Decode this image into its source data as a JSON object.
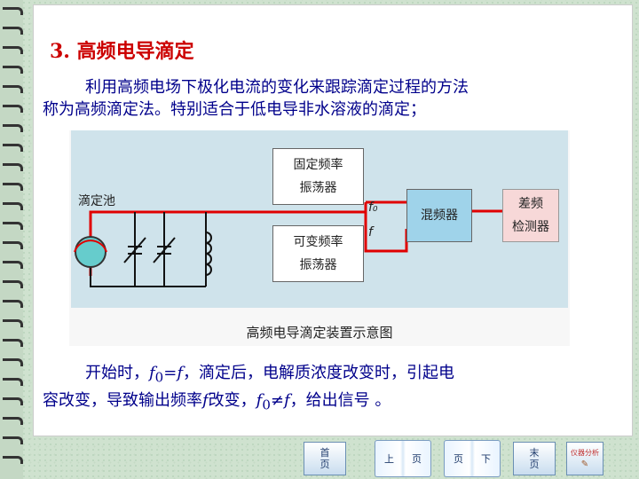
{
  "heading": "3.  高频电导滴定",
  "intro": {
    "line1": "利用高频电场下极化电流的变化来跟踪滴定过程的方法",
    "line2": "称为高频滴定法。特别适合于低电导非水溶液的滴定；"
  },
  "diagram": {
    "cell_label": "滴定池",
    "fixed_osc": [
      "固定频率",
      "振荡器"
    ],
    "var_osc": [
      "可变频率",
      "振荡器"
    ],
    "mixer": "混频器",
    "detector": [
      "差频",
      "检测器"
    ],
    "f0_label": "f₀",
    "f_label": "f",
    "caption": "高频电导滴定装置示意图",
    "colors": {
      "panel": "#cfe3eb",
      "wire": "#e00000",
      "mixer": "#9fd3ea",
      "detector": "#f7d8d8"
    }
  },
  "conclusion": {
    "l1_a": "开始时，",
    "l1_f0": "f",
    "l1_sub0": "0",
    "l1_eq": "=",
    "l1_f": "f",
    "l1_b": "，滴定后，电解质浓度改变时，引起电",
    "l2_a": "容改变，导致输出频率",
    "l2_f": "f",
    "l2_b": "改变，",
    "l2_f0": "f",
    "l2_sub0": "0",
    "l2_ne": "≠",
    "l2_f2": "f",
    "l2_c": "，给出信号 。"
  },
  "nav": {
    "first": [
      "首",
      "页"
    ],
    "prev": [
      "上",
      "页"
    ],
    "next": [
      "页",
      "下"
    ],
    "last": [
      "末",
      "页"
    ],
    "extra": "仪器分析"
  }
}
